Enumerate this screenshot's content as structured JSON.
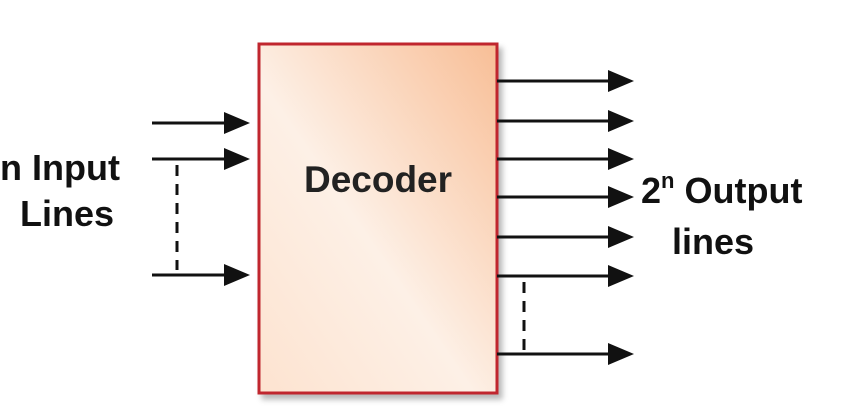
{
  "decoder": {
    "label": "Decoder",
    "fill_start": "#fde6d5",
    "fill_end": "#f9c49e",
    "border_color": "#c0272d"
  },
  "inputs": {
    "label_line1": "n Input",
    "label_line2": "Lines"
  },
  "outputs": {
    "label_base": "2",
    "label_superscript": "n",
    "label_rest": " Output",
    "label_line2": "lines"
  },
  "colors": {
    "line": "#111111",
    "text": "#111111"
  }
}
